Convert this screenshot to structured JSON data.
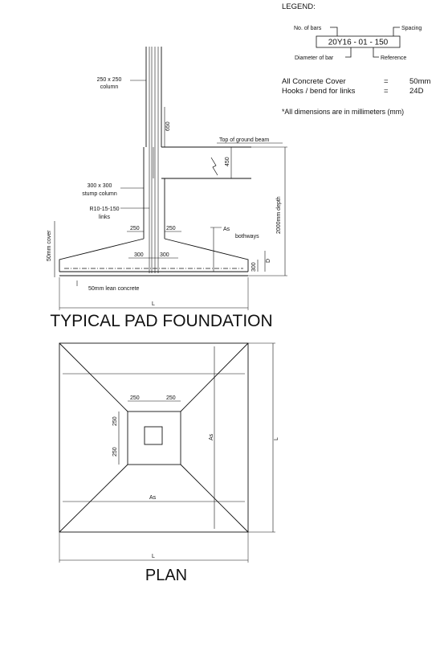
{
  "legend": {
    "heading": "LEGEND:",
    "no_of_bars": "No. of bars",
    "spacing": "Spacing",
    "example": "20Y16 - 01 - 150",
    "diameter_of_bar": "Diameter of bar",
    "reference": "Reference",
    "cover_label": "All Concrete Cover",
    "cover_eq": "=",
    "cover_value": "50mm",
    "hooks_label": "Hooks / bend for links",
    "hooks_eq": "=",
    "hooks_value": "24D",
    "note": "*All dimensions are in millimeters (mm)"
  },
  "section": {
    "column_label_1": "250 x 250",
    "column_label_2": "column",
    "dim_650": "650",
    "top_ground_beam": "Top of ground beam",
    "dim_450": "450",
    "stump_label_1": "300 x 300",
    "stump_label_2": "stump column",
    "links_label_1": "R10-15-150",
    "links_label_2": "links",
    "dim_250_left": "250",
    "dim_250_right": "250",
    "as_label": "As",
    "bothways": "bothways",
    "depth_label": "2000mm depth",
    "cover_label": "50mm cover",
    "dim_300_left": "300",
    "dim_300_right": "300",
    "dim_300_vert": "300",
    "d_label": "D",
    "lean_concrete": "50mm lean concrete",
    "l_label": "L",
    "title": "TYPICAL PAD FOUNDATION"
  },
  "plan": {
    "dim_250_top_left": "250",
    "dim_250_top_right": "250",
    "dim_250_side_top": "250",
    "dim_250_side_bottom": "250",
    "as_vertical": "As",
    "as_horizontal": "As",
    "l_right": "L",
    "l_bottom": "L",
    "title": "PLAN"
  }
}
